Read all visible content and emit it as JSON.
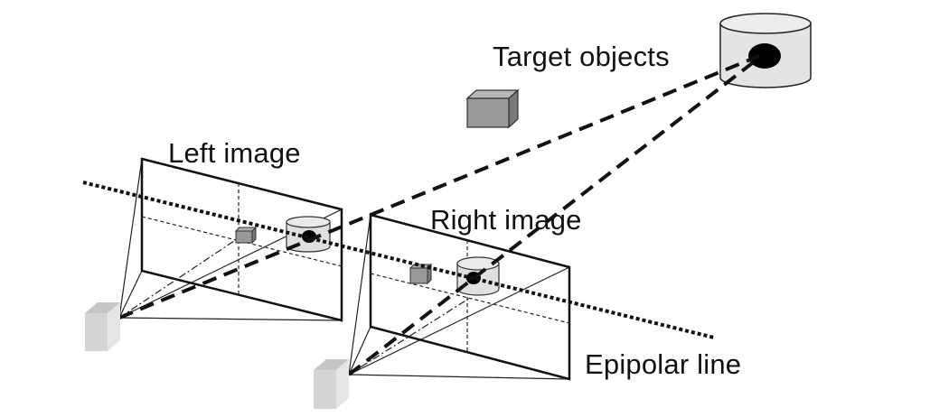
{
  "diagram": {
    "title": "Stereo vision epipolar geometry",
    "labels": {
      "target_objects": "Target objects",
      "left_image": "Left image",
      "right_image": "Right image",
      "epipolar_line": "Epipolar line"
    },
    "objects": {
      "cylinder_target": "cylinder with black dot target",
      "box_target": "gray box object",
      "left_camera": "left camera",
      "right_camera": "right camera"
    },
    "colors": {
      "line": "#111111",
      "cylinder_fill": "#e4e4e4",
      "box_fill": "#9a9a9a",
      "box_side": "#7a7a7a",
      "camera_front": "#d8d8d8",
      "camera_top": "#c8c8c8",
      "camera_side": "#e8e8e8",
      "dot": "#000000",
      "background": "#ffffff"
    }
  }
}
